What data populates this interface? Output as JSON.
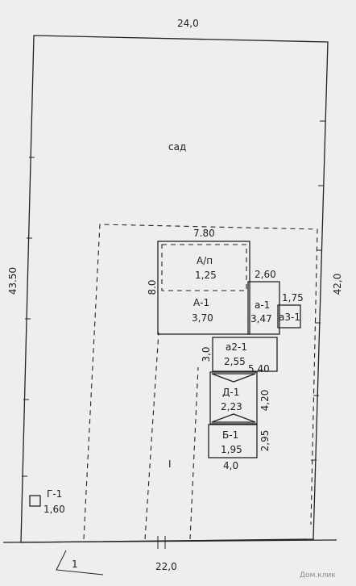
{
  "garden_label": "сад",
  "dims": {
    "top": "24,0",
    "left": "43.50",
    "right": "42,0",
    "bottom": "22,0"
  },
  "buildings": {
    "a_p": {
      "label": "А/п",
      "value": "1,25"
    },
    "a_1": {
      "label": "А-1",
      "value": "3,70",
      "dim_top": "7.80",
      "dim_left": "8.0"
    },
    "a1": {
      "label": "а-1",
      "value": "3,47",
      "dim_top": "2,60"
    },
    "a3_1": {
      "label": "а3-1",
      "dim_top": "1,75"
    },
    "a2_1": {
      "label": "а2-1",
      "value": "2,55",
      "dim_left": "3,0",
      "dim_right": "5,40"
    },
    "d_1": {
      "label": "Д-1",
      "value": "2,23",
      "dim_right": "4,20"
    },
    "b_1": {
      "label": "Б-1",
      "value": "1,95",
      "dim_right": "2,95",
      "dim_bottom": "4,0"
    },
    "g_1": {
      "label": "Г-1",
      "value": "1,60"
    }
  },
  "zone_mark": "I",
  "corner_mark": "1",
  "watermark": "Дом.клик"
}
